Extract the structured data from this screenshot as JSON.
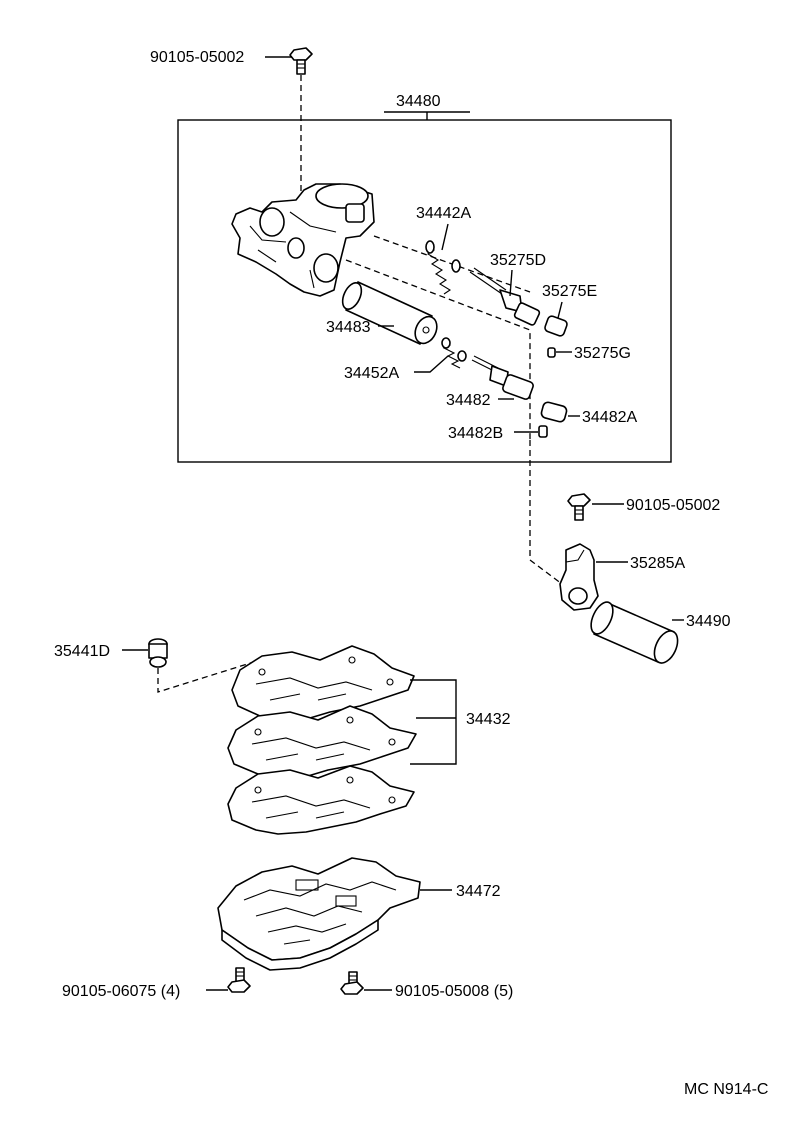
{
  "callouts": {
    "bolt_top": "90105-05002",
    "assembly": "34480",
    "spring_a": "34442A",
    "valve_d": "35275D",
    "sleeve_e": "35275E",
    "retainer_g": "35275G",
    "plunger": "34483",
    "spring_b": "34452A",
    "valve_34482": "34482",
    "sleeve_34482a": "34482A",
    "retainer_34482b": "34482B",
    "bolt_right": "90105-05002",
    "bracket": "35285A",
    "solenoid": "34490",
    "check_ball": "35441D",
    "gaskets": "34432",
    "lower_body": "34472",
    "bolt_lower_left": "90105-06075 (4)",
    "bolt_lower_right": "90105-05008 (5)"
  },
  "footer": {
    "code": "MC N914-C"
  }
}
